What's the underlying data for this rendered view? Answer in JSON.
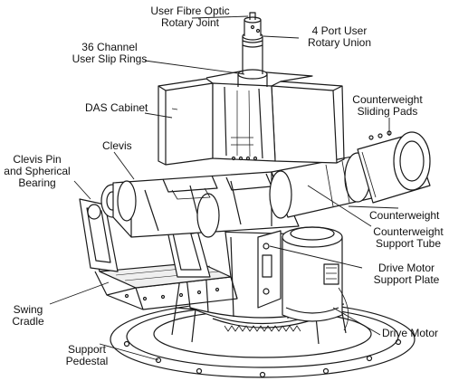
{
  "labels": {
    "fibre_optic_line1": "User Fibre Optic",
    "fibre_optic_line2": "Rotary Joint",
    "rotary_union_line1": "4 Port User",
    "rotary_union_line2": "Rotary Union",
    "slip_rings_line1": "36 Channel",
    "slip_rings_line2": "User Slip Rings",
    "cw_pads_line1": "Counterweight",
    "cw_pads_line2": "Sliding Pads",
    "das_cabinet": "DAS Cabinet",
    "clevis": "Clevis",
    "clevis_pin_line1": "Clevis Pin",
    "clevis_pin_line2": "and Spherical",
    "clevis_pin_line3": "Bearing",
    "counterweight": "Counterweight",
    "cw_tube_line1": "Counterweight",
    "cw_tube_line2": "Support Tube",
    "motor_plate_line1": "Drive Motor",
    "motor_plate_line2": "Support Plate",
    "swing_cradle_line1": "Swing",
    "swing_cradle_line2": "Cradle",
    "drive_motor": "Drive Motor",
    "pedestal_line1": "Support",
    "pedestal_line2": "Pedestal"
  },
  "colors": {
    "line": "#1a1a1a",
    "fill": "#ffffff",
    "shade": "#dcdcdc"
  }
}
